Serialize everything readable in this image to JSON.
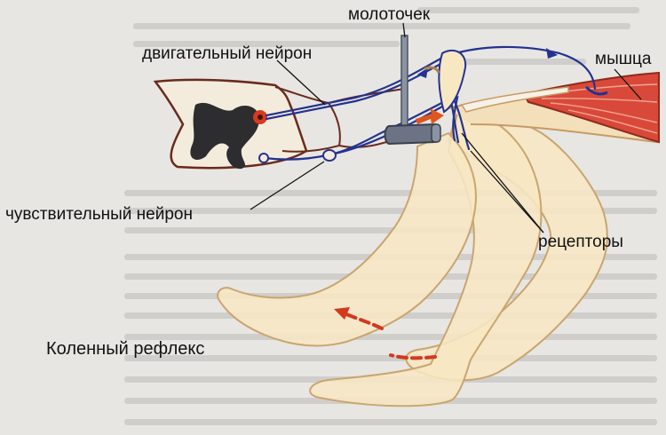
{
  "labels": {
    "hammer": "молоточек",
    "motor_neuron": "двигательный нейрон",
    "muscle": "мышца",
    "sensory_neuron": "чувствительный нейрон",
    "receptors": "рецепторы",
    "caption": "Коленный рефлекс"
  },
  "colors": {
    "page_background": "#e7e6e2",
    "leg_fill": "#f7e7c3",
    "leg_outline": "#caa56f",
    "nerve": "#24328f",
    "muscle": "#d9493a",
    "hammer_metal": "#6b7384",
    "spinal_gray_matter": "#2d2d2f",
    "movement_arrow": "#d13a1f"
  },
  "icons": {
    "hammer": "reflex-hammer-icon",
    "movement_arrow": "dashed-arrow-icon"
  }
}
